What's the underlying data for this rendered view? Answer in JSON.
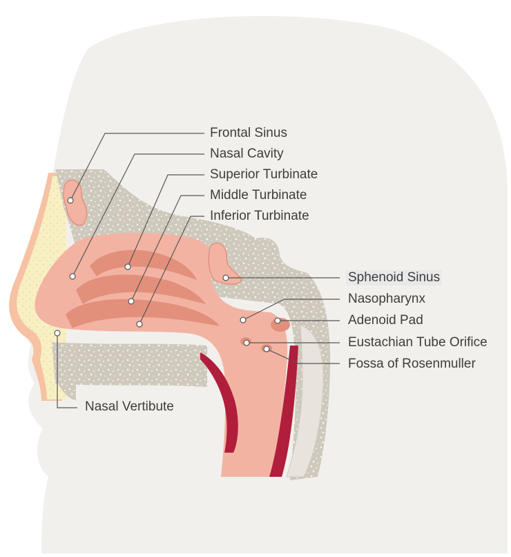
{
  "labels": {
    "frontal_sinus": "Frontal Sinus",
    "nasal_cavity": "Nasal Cavity",
    "superior_turbinate": "Superior Turbinate",
    "middle_turbinate": "Middle Turbinate",
    "inferior_turbinate": "Inferior Turbinate",
    "sphenoid_sinus": "Sphenoid Sinus",
    "nasopharynx": "Nasopharynx",
    "adenoid_pad": "Adenoid Pad",
    "eustachian_tube_orifice": "Eustachian Tube Orifice",
    "fossa_of_rosenmuller": "Fossa of Rosenmuller",
    "nasal_vestibule": "Nasal Vertibute"
  },
  "colors": {
    "head_silhouette": "#f1f0ec",
    "bone": "#cfc8bd",
    "bone_speckle": "#f6f3ee",
    "mucosa": "#f3b3a2",
    "mucosa_dark": "#e2907c",
    "skin_outline": "#f6c2a3",
    "fat": "#f8f0c4",
    "muscle": "#b01e3c",
    "leader_line": "#555555",
    "highlight": "#e9e9ea"
  }
}
